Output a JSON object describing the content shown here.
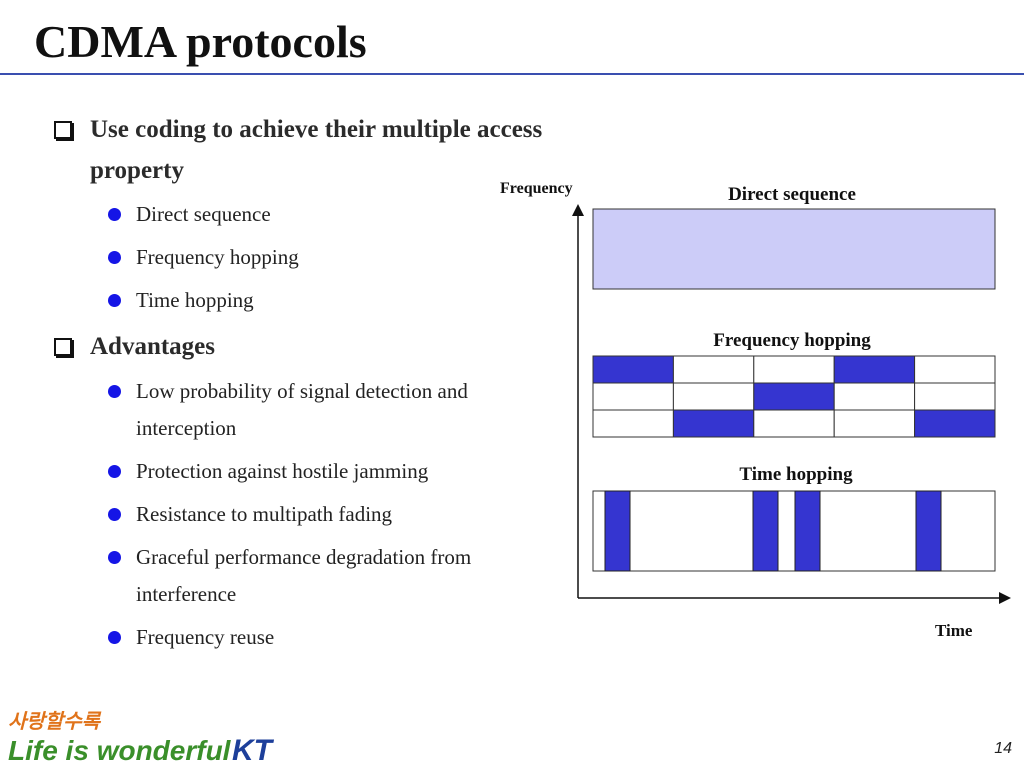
{
  "slide": {
    "title": "CDMA protocols",
    "page_number": "14"
  },
  "content": {
    "sections": [
      {
        "heading": "Use coding to achieve their multiple access property",
        "items": [
          "Direct sequence",
          "Frequency hopping",
          "Time hopping"
        ]
      },
      {
        "heading": "Advantages",
        "items": [
          "Low probability of signal detection and interception",
          "Protection against hostile jamming",
          "Resistance to multipath fading",
          "Graceful performance degradation from interference",
          "Frequency reuse"
        ]
      }
    ]
  },
  "diagram": {
    "axis_y_label": "Frequency",
    "axis_x_label": "Time",
    "direct_sequence_label": "Direct sequence",
    "frequency_hopping_label": "Frequency hopping",
    "time_hopping_label": "Time hopping",
    "frequency_hopping_grid": [
      [
        1,
        0,
        0,
        1,
        0
      ],
      [
        0,
        0,
        1,
        0,
        0
      ],
      [
        0,
        1,
        0,
        0,
        1
      ]
    ],
    "colors": {
      "fill": "#3535d0",
      "direct_fill": "#ccccf8",
      "accent_rule": "#3a4fb0",
      "bullet": "#1515e6"
    }
  },
  "footer": {
    "logo_korean": "사랑할수록",
    "logo_tagline": "Life is wonderful",
    "logo_brand": "KT"
  }
}
